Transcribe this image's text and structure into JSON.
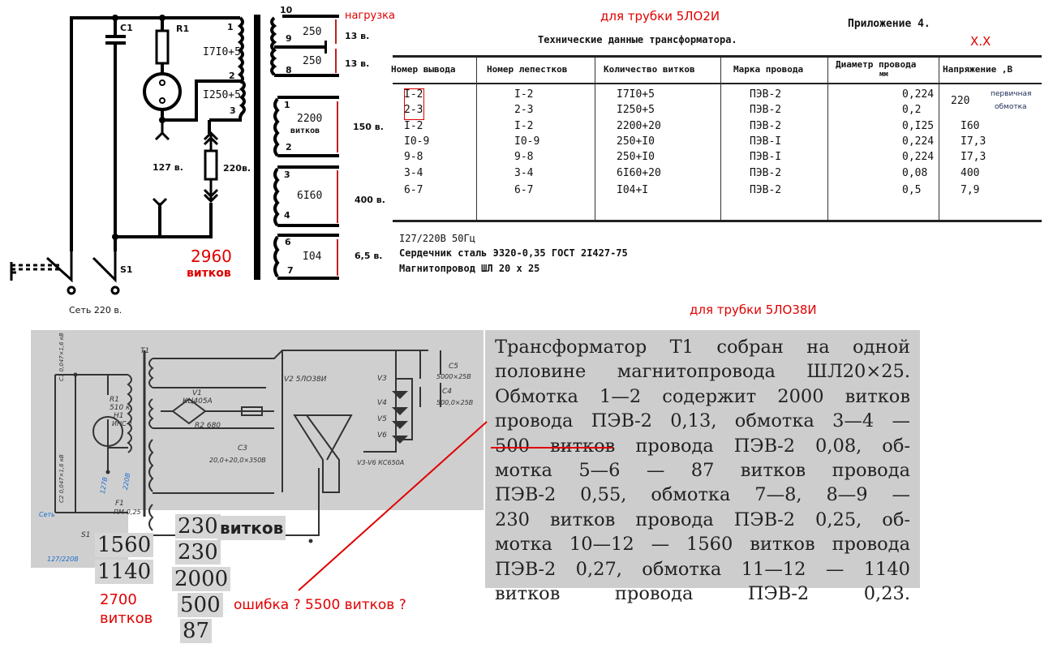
{
  "schematic_top": {
    "c1": "C1",
    "r1": "R1",
    "pin1": "1",
    "turns_1_2": "I7I0+5",
    "pin2": "2",
    "turns_2_3": "I250+5",
    "pin3": "3",
    "v127": "127 в.",
    "v220": "220в.",
    "s1": "S1",
    "mains": "Сеть 220 в.",
    "total_turns": "2960",
    "total_turns_unit": "витков",
    "load_label": "нагрузка",
    "w1": {
      "top": "10",
      "mid": "9",
      "bot": "8",
      "t1": "250",
      "t2": "250",
      "v1": "13 в.",
      "v2": "13 в."
    },
    "w2": {
      "top": "1",
      "bot": "2",
      "turns": "2200",
      "unit": "витков",
      "v": "150 в."
    },
    "w3": {
      "top": "3",
      "bot": "4",
      "turns": "6I60",
      "v": "400 в."
    },
    "w4": {
      "top": "6",
      "bot": "7",
      "turns": "I04",
      "v": "6,5 в."
    }
  },
  "table_section": {
    "tube_title": "для трубки 5ЛО2И",
    "appendix": "Приложение 4.",
    "title": "Технические данные трансформатора.",
    "note_xx": "Х.Х",
    "headers": [
      "Номер вывода",
      "Номер лепестков",
      "Количество витков",
      "Марка провода",
      "Диаметр провода",
      "Напряжение ,В"
    ],
    "header_sub": "мм",
    "rows": [
      [
        "I-2",
        "I-2",
        "I7I0+5",
        "ПЭВ-2",
        "0,224",
        ""
      ],
      [
        "2-3",
        "2-3",
        "I250+5",
        "ПЭВ-2",
        "0,2",
        ""
      ],
      [
        "I-2",
        "I-2",
        "2200+20",
        "ПЭВ-2",
        "0,I25",
        "I60"
      ],
      [
        "I0-9",
        "I0-9",
        "250+I0",
        "ПЭВ-I",
        "0,224",
        "I7,3"
      ],
      [
        "9-8",
        "9-8",
        "250+I0",
        "ПЭВ-I",
        "0,224",
        "I7,3"
      ],
      [
        "3-4",
        "3-4",
        "6I60+20",
        "ПЭВ-2",
        "0,08",
        "400"
      ],
      [
        "6-7",
        "6-7",
        "I04+I",
        "ПЭВ-2",
        "0,5",
        "7,9"
      ]
    ],
    "primary_voltage": "220",
    "primary_note": [
      "первичная",
      "обмотка"
    ],
    "notes": [
      "I27/220В 50Гц",
      "Сердечник сталь Э320-0,35 ГОСТ 2I427-75",
      "Магнитопровод ШЛ 20 x 25"
    ]
  },
  "bottom_section": {
    "tube_title": "для трубки 5ЛО38И",
    "schematic_labels": {
      "t1": "T1",
      "r1": "R1",
      "r1v": "510 к",
      "h1": "H1",
      "h1t": "ИНС-1",
      "v1": "V1",
      "v1t": "КЦ405А",
      "r2": "R2 680",
      "c3": "C3",
      "c3v": "20,0+20,0×350В",
      "v2": "V2 5ЛО38И",
      "c4": "C4",
      "c4v": "500,0×25В",
      "c5": "C5",
      "c5v": "5000×25В",
      "v3": "V3",
      "v4": "V4",
      "v5": "V5",
      "v6": "V6",
      "vd": "V3-V6 КС650А",
      "f1": "F1",
      "f1t": "ПМ-0,25",
      "s1": "S1",
      "mains": "127/220В",
      "set": "Сеть",
      "c1": "C1 0,047×1,6 кВ",
      "c2": "C2 0,047×1,6 кВ",
      "l127": "127В",
      "l220": "220В"
    },
    "counts_left": [
      "1560",
      "1140"
    ],
    "counts_right": [
      "230",
      "230",
      "2000",
      "500",
      "87"
    ],
    "counts_unit": "витков",
    "total": "2700",
    "total_unit": "витков",
    "error_note": "ошибка ?  5500 витков ?",
    "paragraph": [
      "Трансформатор T1 собран на одной",
      "половине магнитопровода ШЛ20×25.",
      "Обмотка 1—2 содержит 2000 витков",
      "провода ПЭВ-2 0,13, обмотка 3—4 —",
      "500 витков провода ПЭВ-2 0,08, об-",
      "мотка 5—6 — 87 витков провода",
      "ПЭВ-2 0,55, обмотка 7—8, 8—9 —",
      "230 витков провода ПЭВ-2 0,25, об-",
      "мотка 10—12 — 1560 витков провода",
      "ПЭВ-2 0,27, обмотка 11—12 — 1140",
      "витков провода ПЭВ-2 0,23."
    ]
  },
  "colors": {
    "annotation": "#e00000",
    "scan_bg": "#cdcdcd",
    "arrow": "#c02020",
    "blue_note": "#1a6fd0"
  }
}
